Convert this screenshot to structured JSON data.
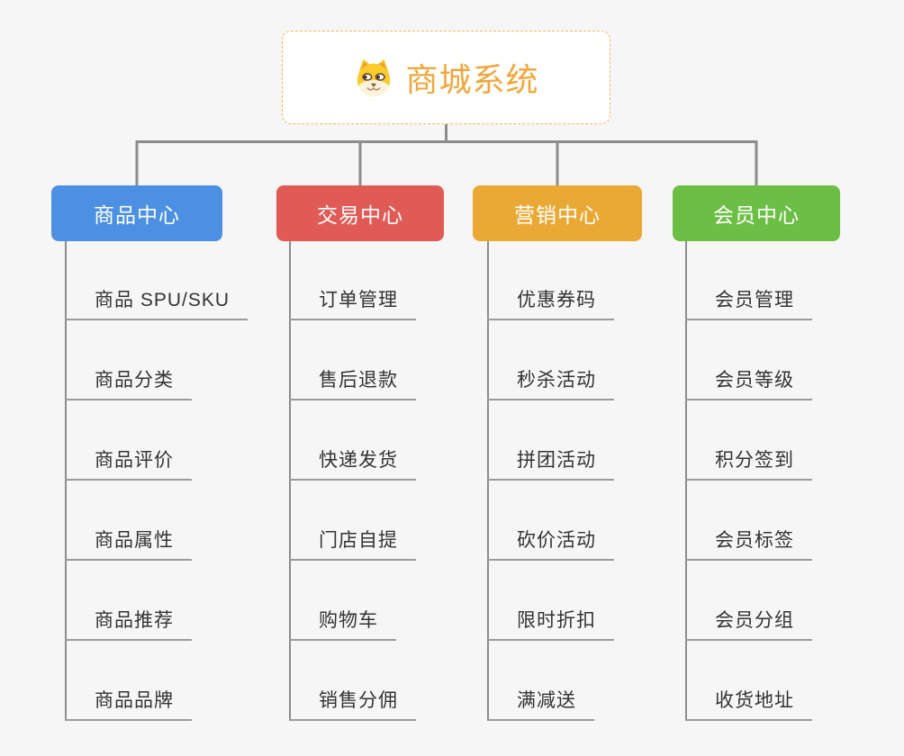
{
  "page": {
    "background_color": "#F6F6F6",
    "connector_color": "#8C8C8C",
    "underline_color": "#9B9B9B"
  },
  "root": {
    "title": "商城系统",
    "title_color": "#F0A73D",
    "border_color": "#F2B65C",
    "icon": "dog-face-icon"
  },
  "branches": [
    {
      "label": "商品中心",
      "color": "#4B90E2",
      "items": [
        "商品 SPU/SKU",
        "商品分类",
        "商品评价",
        "商品属性",
        "商品推荐",
        "商品品牌"
      ]
    },
    {
      "label": "交易中心",
      "color": "#E15B56",
      "items": [
        "订单管理",
        "售后退款",
        "快递发货",
        "门店自提",
        "购物车",
        "销售分佣"
      ]
    },
    {
      "label": "营销中心",
      "color": "#EAA935",
      "items": [
        "优惠券码",
        "秒杀活动",
        "拼团活动",
        "砍价活动",
        "限时折扣",
        "满减送"
      ]
    },
    {
      "label": "会员中心",
      "color": "#6CBE45",
      "items": [
        "会员管理",
        "会员等级",
        "积分签到",
        "会员标签",
        "会员分组",
        "收货地址"
      ]
    }
  ]
}
